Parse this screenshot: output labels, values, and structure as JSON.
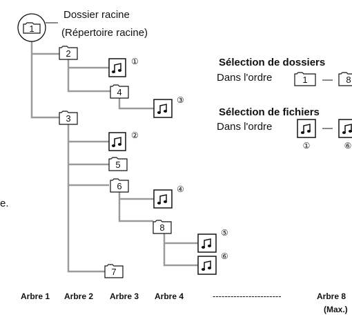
{
  "root": {
    "label_line1": "Dossier racine",
    "label_line2": "(Répertoire racine)",
    "number": "1"
  },
  "folders": [
    {
      "id": "f2",
      "number": "2"
    },
    {
      "id": "f3",
      "number": "3"
    },
    {
      "id": "f4",
      "number": "4"
    },
    {
      "id": "f5",
      "number": "5"
    },
    {
      "id": "f6",
      "number": "6"
    },
    {
      "id": "f7",
      "number": "7"
    },
    {
      "id": "f8",
      "number": "8"
    }
  ],
  "files": [
    {
      "id": "m1",
      "marker": "①"
    },
    {
      "id": "m2",
      "marker": "②"
    },
    {
      "id": "m3",
      "marker": "③"
    },
    {
      "id": "m4",
      "marker": "④"
    },
    {
      "id": "m5",
      "marker": "⑤"
    },
    {
      "id": "m6",
      "marker": "⑥"
    }
  ],
  "legend": {
    "folders_title": "Sélection de dossiers",
    "folders_order": "Dans l'ordre",
    "folders_first": "1",
    "folders_last": "8",
    "files_title": "Sélection de fichiers",
    "files_order": "Dans l'ordre",
    "files_first_marker": "①",
    "files_last_marker": "⑥",
    "dash": "—"
  },
  "side_fragment": "e.",
  "tree_levels": [
    "Arbre 1",
    "Arbre 2",
    "Arbre 3",
    "Arbre 4",
    "Arbre 8",
    "(Max.)"
  ],
  "dots": "-----------------------"
}
